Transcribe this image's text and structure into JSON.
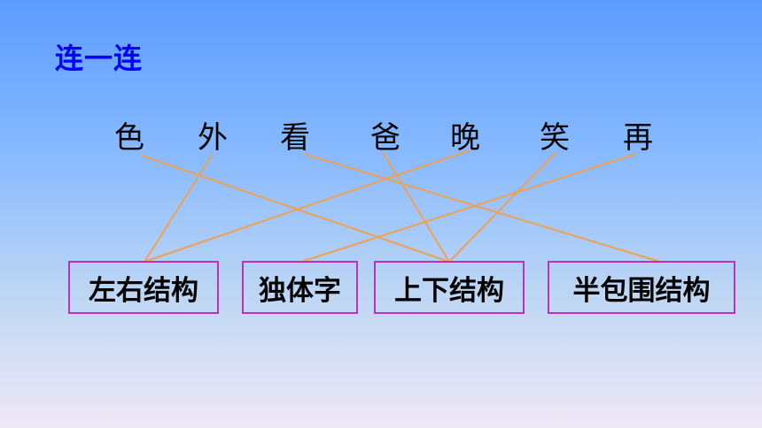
{
  "title": "连一连",
  "characters": [
    "色",
    "外",
    "看",
    "爸",
    "晚",
    "笑",
    "再"
  ],
  "categories": [
    "左右结构",
    "独体字",
    "上下结构",
    "半包围结构"
  ],
  "line_color": "#f0a050",
  "box_border_color": "#c030c0",
  "title_color": "#0000ff"
}
